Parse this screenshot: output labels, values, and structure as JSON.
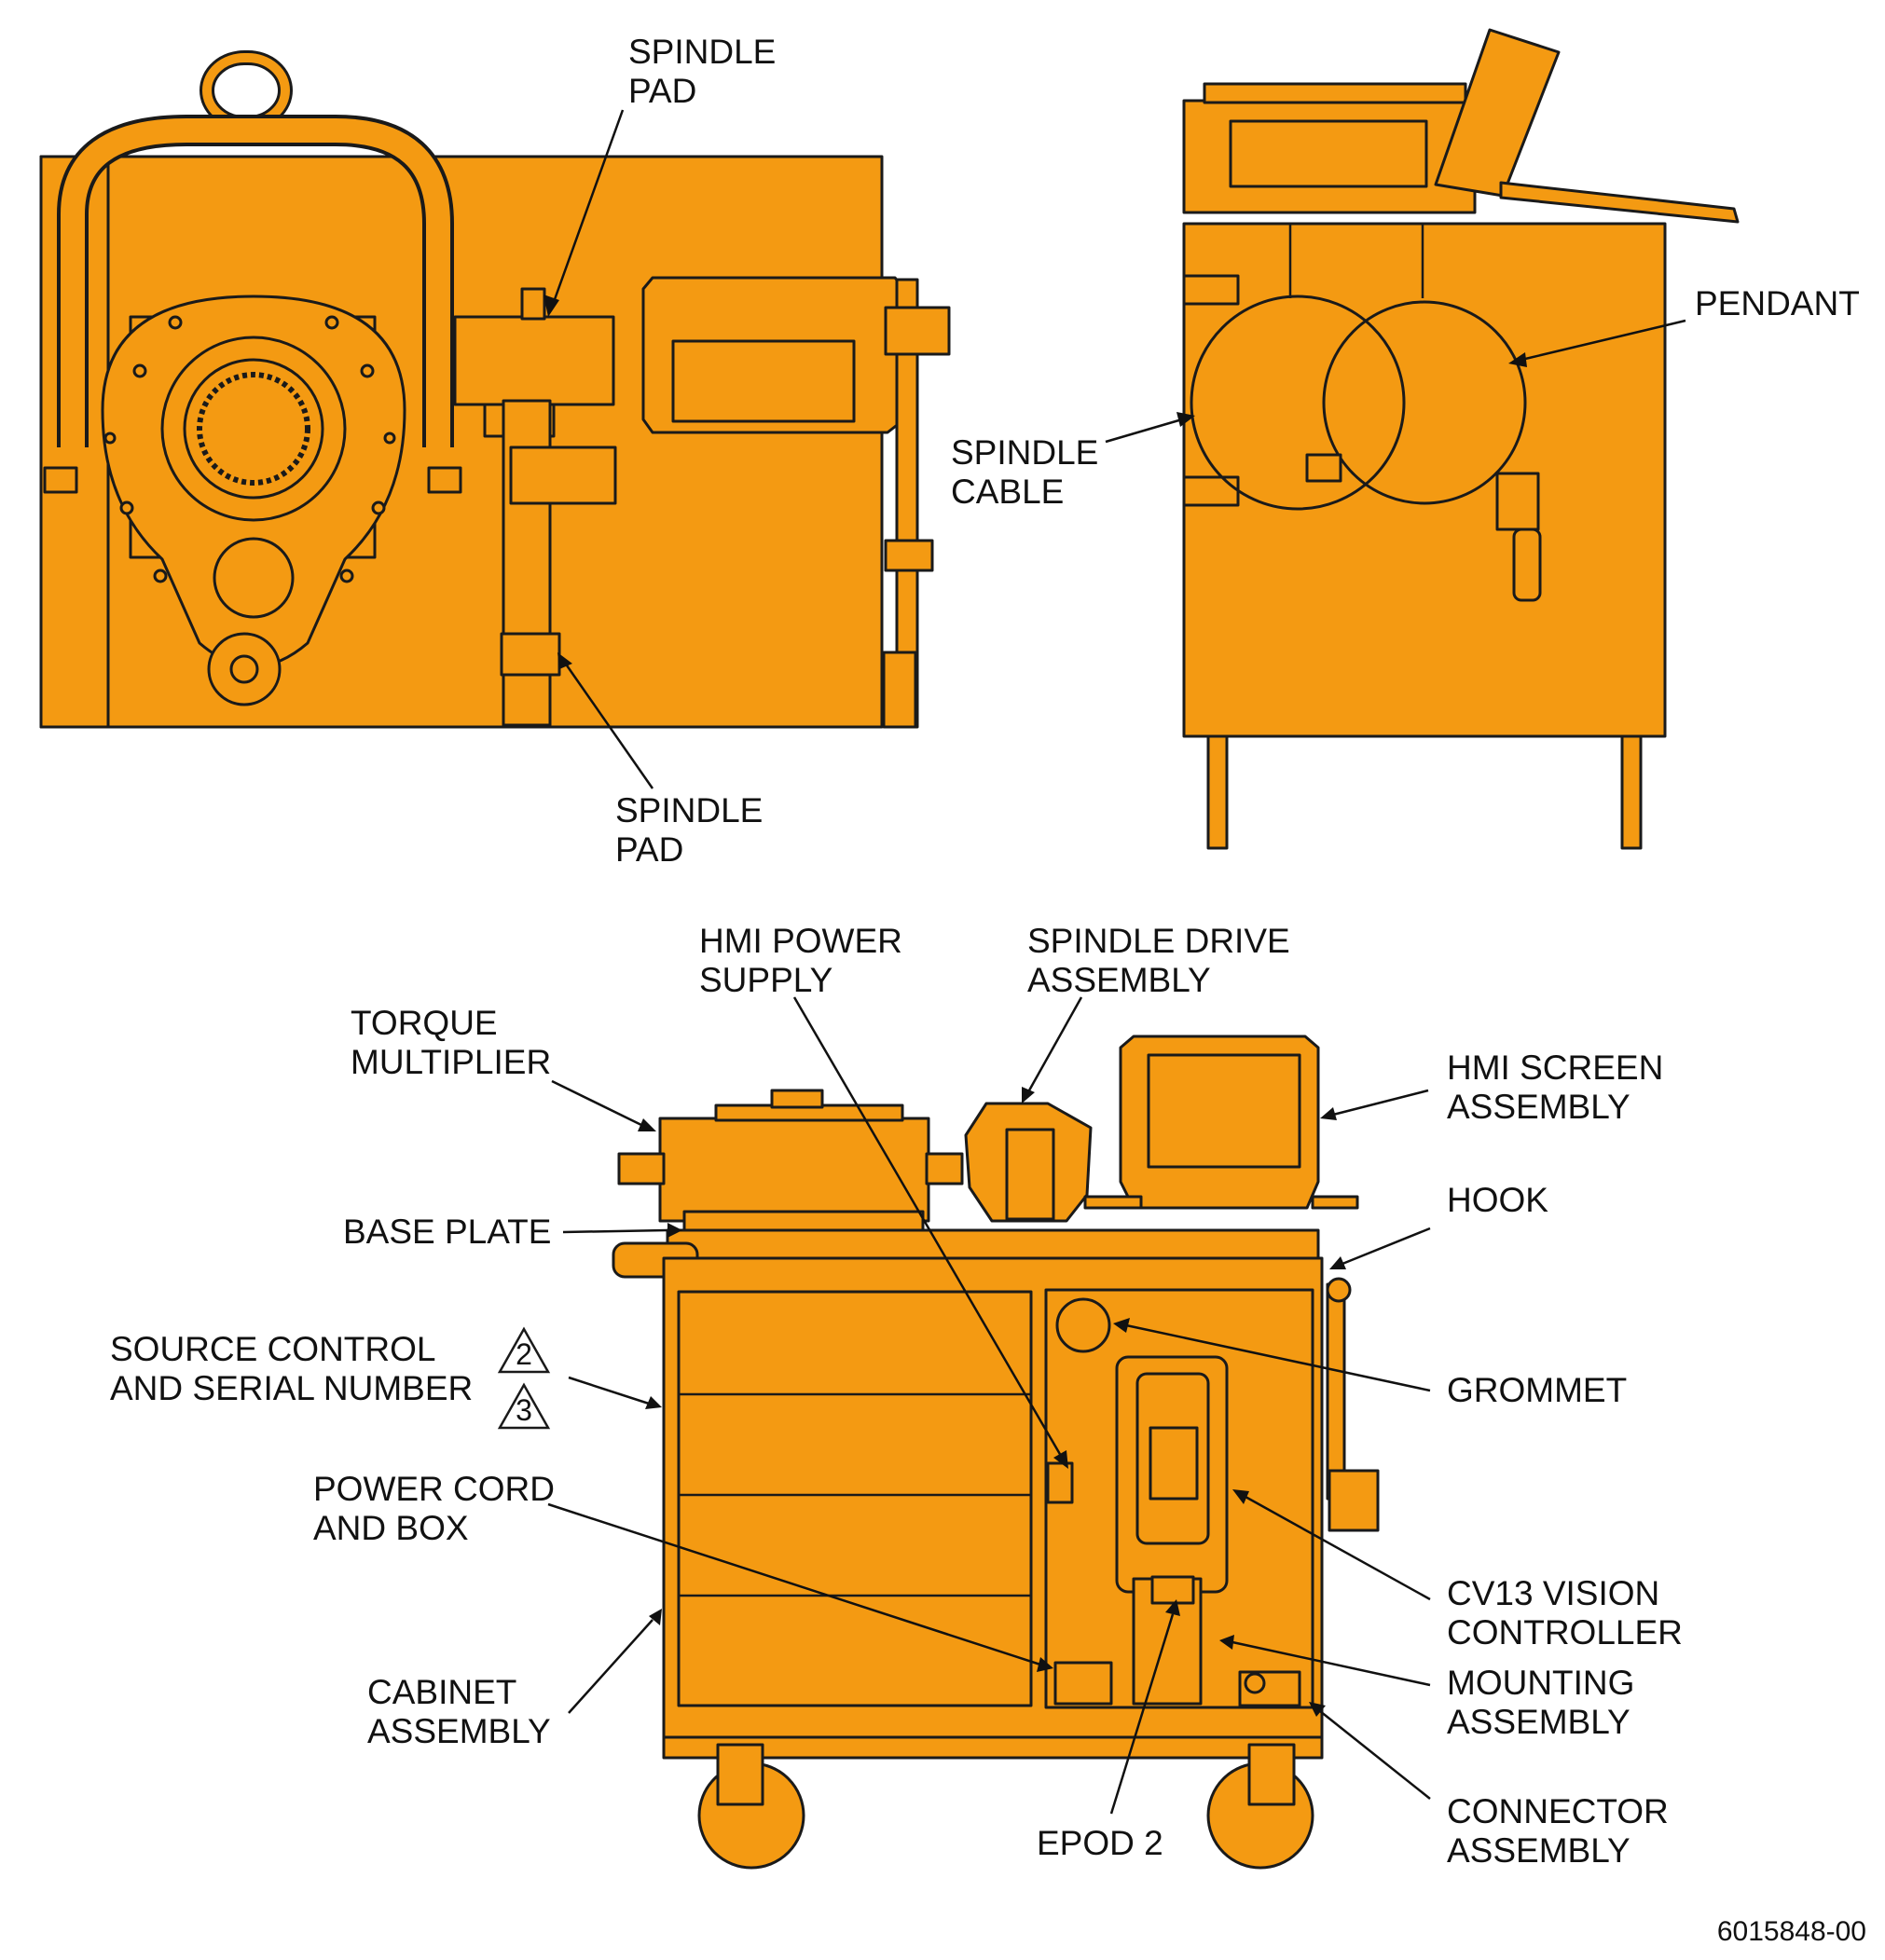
{
  "colors": {
    "equipment": "#f49a12",
    "outline": "#1a1a1a",
    "text": "#111111",
    "background": "#ffffff"
  },
  "callouts": {
    "spindle_pad_top": [
      "SPINDLE",
      "PAD"
    ],
    "spindle_pad_bottom": [
      "SPINDLE",
      "PAD"
    ],
    "pendant": [
      "PENDANT"
    ],
    "spindle_cable": [
      "SPINDLE",
      "CABLE"
    ],
    "hmi_power_supply": [
      "HMI POWER",
      "SUPPLY"
    ],
    "spindle_drive_assembly": [
      "SPINDLE DRIVE",
      "ASSEMBLY"
    ],
    "torque_multiplier": [
      "TORQUE",
      "MULTIPLIER"
    ],
    "hmi_screen_assembly": [
      "HMI SCREEN",
      "ASSEMBLY"
    ],
    "hook": [
      "HOOK"
    ],
    "base_plate": [
      "BASE PLATE"
    ],
    "source_control": [
      "SOURCE CONTROL",
      "AND SERIAL NUMBER"
    ],
    "grommet": [
      "GROMMET"
    ],
    "power_cord": [
      "POWER CORD",
      "AND BOX"
    ],
    "cv13_vision_controller": [
      "CV13 VISION",
      "CONTROLLER"
    ],
    "mounting_assembly": [
      "MOUNTING",
      "ASSEMBLY"
    ],
    "cabinet_assembly": [
      "CABINET",
      "ASSEMBLY"
    ],
    "connector_assembly": [
      "CONNECTOR",
      "ASSEMBLY"
    ],
    "epod_2": [
      "EPOD 2"
    ]
  },
  "notes": {
    "note_2": "2",
    "note_3": "3"
  },
  "figure_id": "6015848-00"
}
